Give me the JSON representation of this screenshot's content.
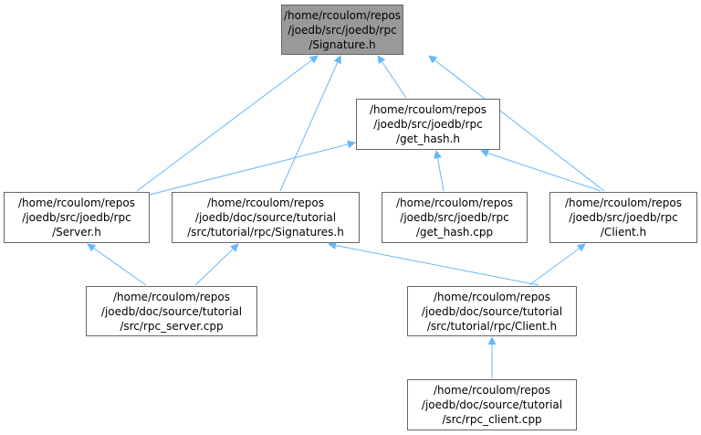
{
  "colors": {
    "edge": "#63b8ff",
    "node_border": "#666666",
    "root_fill": "#999999",
    "node_fill": "#ffffff"
  },
  "nodes": {
    "signature_h": [
      "/home/rcoulom/repos",
      "/joedb/src/joedb/rpc",
      "/Signature.h"
    ],
    "get_hash_h": [
      "/home/rcoulom/repos",
      "/joedb/src/joedb/rpc",
      "/get_hash.h"
    ],
    "server_h": [
      "/home/rcoulom/repos",
      "/joedb/src/joedb/rpc",
      "/Server.h"
    ],
    "signatures_h": [
      "/home/rcoulom/repos",
      "/joedb/doc/source/tutorial",
      "/src/tutorial/rpc/Signatures.h"
    ],
    "get_hash_cpp": [
      "/home/rcoulom/repos",
      "/joedb/src/joedb/rpc",
      "/get_hash.cpp"
    ],
    "client_h": [
      "/home/rcoulom/repos",
      "/joedb/src/joedb/rpc",
      "/Client.h"
    ],
    "rpc_server_cpp": [
      "/home/rcoulom/repos",
      "/joedb/doc/source/tutorial",
      "/src/rpc_server.cpp"
    ],
    "tutorial_client_h": [
      "/home/rcoulom/repos",
      "/joedb/doc/source/tutorial",
      "/src/tutorial/rpc/Client.h"
    ],
    "rpc_client_cpp": [
      "/home/rcoulom/repos",
      "/joedb/doc/source/tutorial",
      "/src/rpc_client.cpp"
    ]
  }
}
